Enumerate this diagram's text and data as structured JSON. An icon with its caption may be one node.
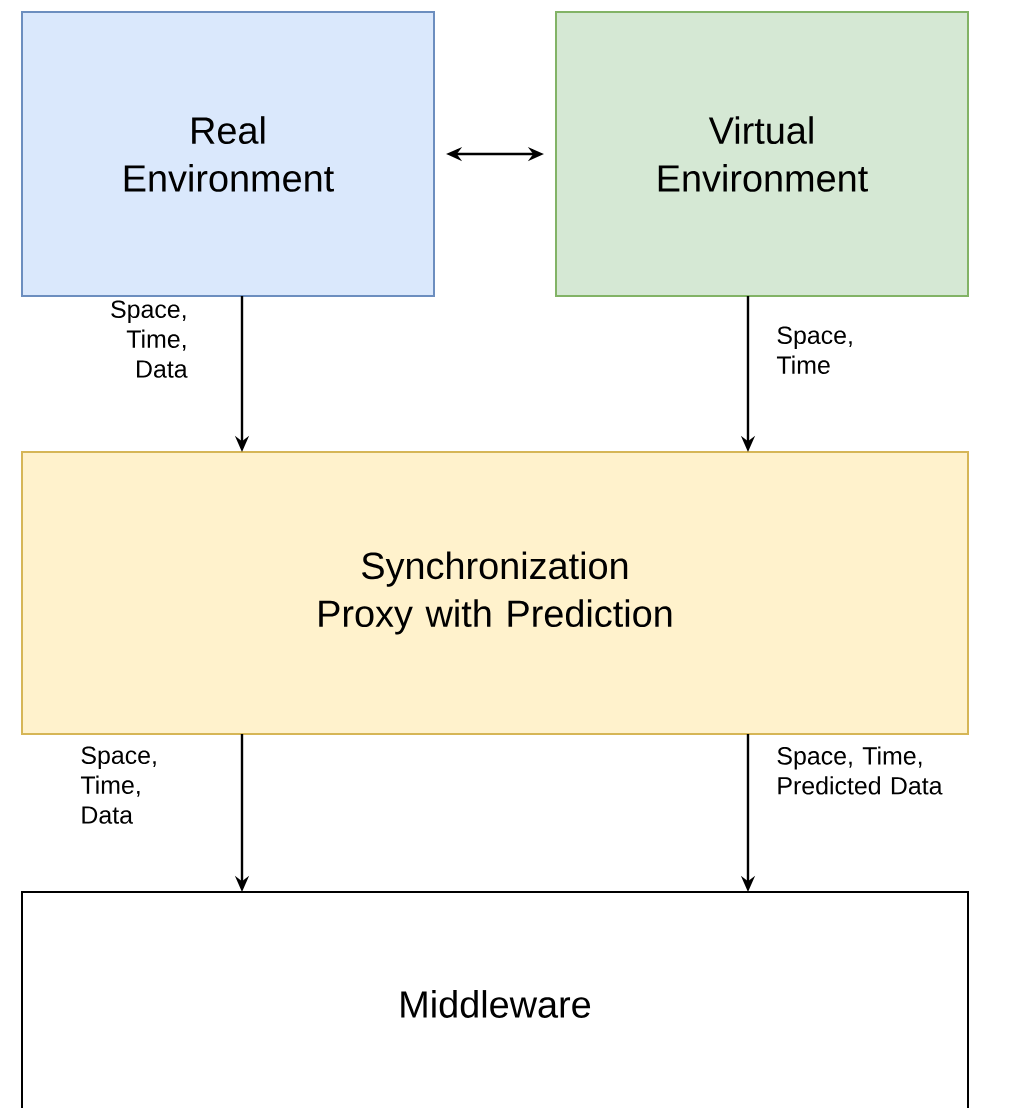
{
  "diagram": {
    "nodes": [
      {
        "text": [
          "Real Environment"
        ]
      },
      {
        "text": [
          "Virtual Environment"
        ]
      },
      {
        "text": [
          "Synchronization Proxy with Prediction"
        ]
      },
      {
        "text": [
          "Middleware"
        ]
      }
    ],
    "edges": [
      {
        "from": 0,
        "to": 1,
        "arrow": "both"
      },
      {
        "from": 0,
        "to": 2,
        "arrow": "to",
        "label": "Space, Time, Data"
      },
      {
        "from": 1,
        "to": 2,
        "arrow": "to",
        "label": "Space, Time"
      },
      {
        "from": 2,
        "to": 3,
        "arrow": "to",
        "label": "Space, Time, Data"
      },
      {
        "from": 2,
        "to": 3,
        "arrow": "to",
        "label": "Space, Time, Predicted Data"
      }
    ]
  }
}
